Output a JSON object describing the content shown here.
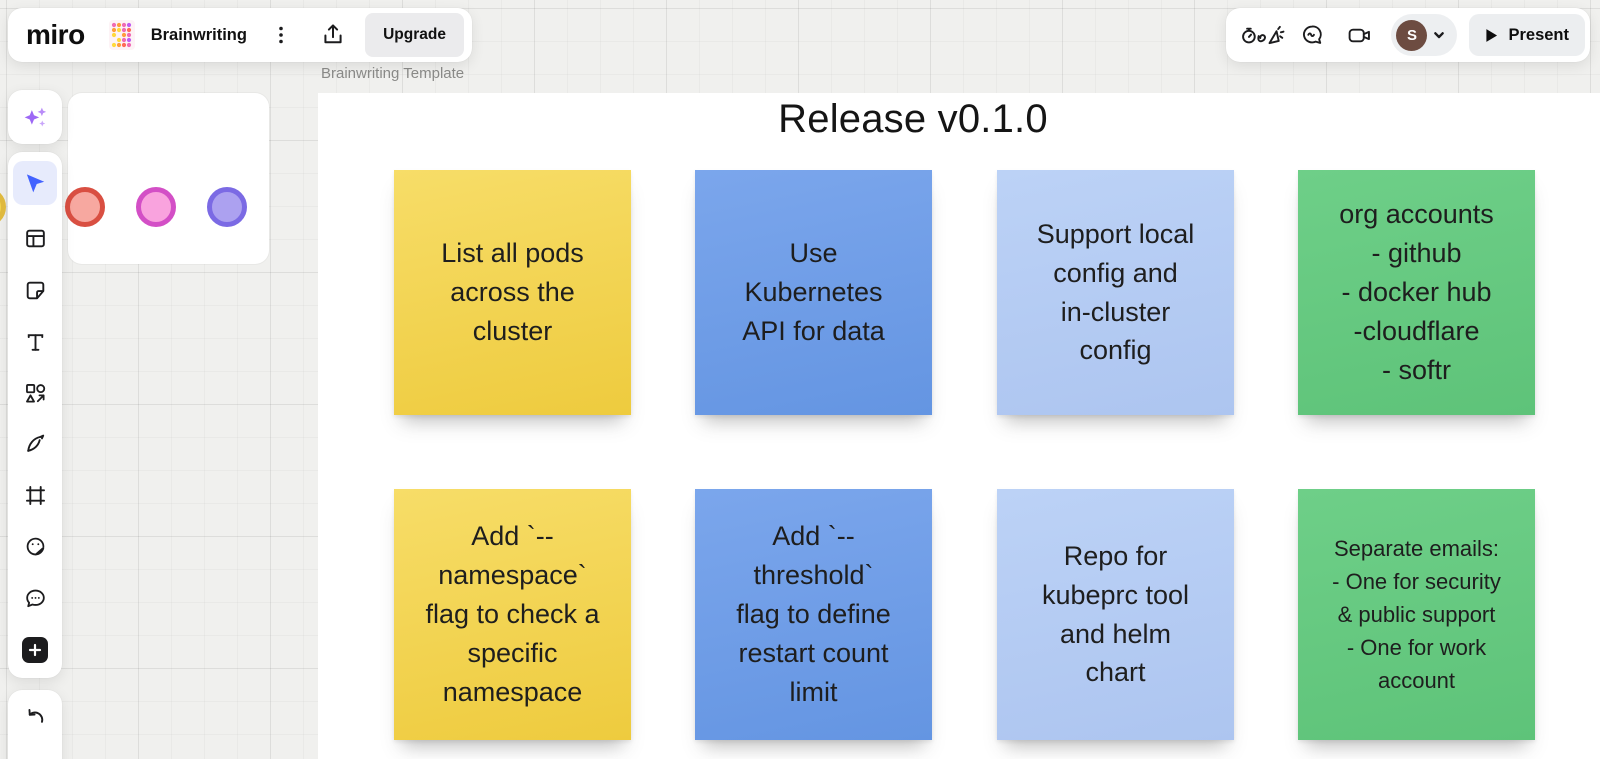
{
  "header": {
    "logo": "miro",
    "board": {
      "title": "Brainwriting"
    },
    "upgrade_label": "Upgrade"
  },
  "collab_bar": {
    "present_label": "Present",
    "avatar_initial": "S",
    "icons": [
      "facilitation-tools",
      "chat",
      "video-chat",
      "account-menu"
    ]
  },
  "toolbar": {
    "selected_tool": "select",
    "tools": [
      "ai-assistant",
      "select",
      "templates",
      "sticky-note",
      "text",
      "shapes",
      "pen",
      "frame",
      "sticker",
      "comment",
      "add-more",
      "undo"
    ]
  },
  "canvas": {
    "frame_label": "Brainwriting Template",
    "frame_title": "Release v0.1.0",
    "shapes": [
      {
        "type": "circle",
        "fill": "#f7a8a0",
        "border": "#d94f42"
      },
      {
        "type": "circle",
        "fill": "#f9a3de",
        "border": "#d34fc6"
      },
      {
        "type": "circle",
        "fill": "#aca1f0",
        "border": "#7b6ae4"
      },
      {
        "type": "circle",
        "fill": "#f2d44e",
        "border": "#dfb93e",
        "partially_hidden": true
      }
    ],
    "notes": [
      {
        "color_name": "yellow",
        "color": "#f3d44f",
        "text": "List all pods\nacross the\ncluster"
      },
      {
        "color_name": "blue",
        "color": "#6f9ee8",
        "text": "Use\nKubernetes\nAPI for data"
      },
      {
        "color_name": "light-blue",
        "color": "#b5ccf4",
        "text": "Support local\nconfig and\nin-cluster\nconfig"
      },
      {
        "color_name": "green",
        "color": "#66c981",
        "text": "org accounts\n- github\n- docker hub\n-cloudflare\n- softr"
      },
      {
        "color_name": "yellow",
        "color": "#f3d44f",
        "text": "Add `--\nnamespace`\nflag to check a\nspecific\nnamespace"
      },
      {
        "color_name": "blue",
        "color": "#6f9ee8",
        "text": "Add `--\nthreshold`\nflag to define\nrestart count\nlimit"
      },
      {
        "color_name": "light-blue",
        "color": "#b5ccf4",
        "text": "Repo for\nkubeprc tool\nand helm\nchart"
      },
      {
        "color_name": "green",
        "color": "#66c981",
        "text": "Separate emails:\n- One for security\n& public support\n- One for work\naccount"
      }
    ]
  },
  "palette": {
    "canvas_bg": "#f0f0ee",
    "frame_bg": "#ffffff",
    "select_blue": "#4262ff",
    "ai_purple": "#9d68f5",
    "avatar_brown": "#6d4c41",
    "button_gray": "#ebebed"
  }
}
